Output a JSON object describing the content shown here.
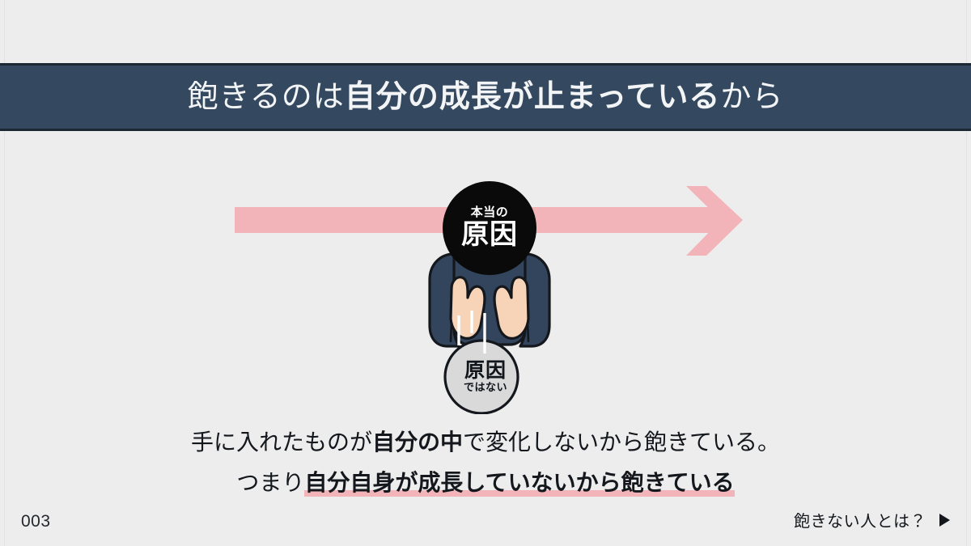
{
  "slide": {
    "background_color": "#ededed",
    "page_number": "003"
  },
  "title": {
    "prefix": "飽きるのは",
    "emphasis": "自分の成長が止まっている",
    "suffix": "から",
    "band_color": "#34495f",
    "text_color": "#f2f4f6"
  },
  "diagram": {
    "arrow": {
      "label": "rightward-arrow",
      "color": "#f2b4b8"
    },
    "head": {
      "small_text": "本当の",
      "big_text": "原因",
      "fill_color": "#0a0a0a",
      "text_color": "#ffffff"
    },
    "body": {
      "torso_color": "#33455c",
      "hand_color": "#f7d3b8",
      "outline_color": "#14181d"
    },
    "ball": {
      "big_text": "原因",
      "small_text": "ではない",
      "fill_color": "#d9d9d9",
      "text_color": "#11161c"
    }
  },
  "caption": {
    "line1": {
      "part1": "手に入れたものが",
      "emphasis": "自分の中",
      "part2": "で変化しないから飽きている。"
    },
    "line2": {
      "prefix": "つまり",
      "highlight": "自分自身が成長していないから飽きている",
      "highlight_color": "#f2b4b8"
    }
  },
  "footer": {
    "page_number": "003",
    "next_label": "飽きない人とは？",
    "next_icon": "play-triangle-icon"
  }
}
